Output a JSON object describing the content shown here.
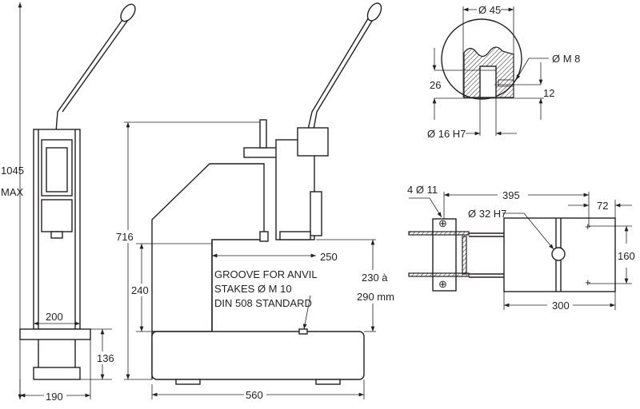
{
  "side_view": {
    "height": "1045",
    "height_note": "MAX",
    "column_width": "200",
    "base_height": "136",
    "base_width": "190"
  },
  "front_view": {
    "total_height": "716",
    "throat_height": "240",
    "throat_depth": "250",
    "stroke_range_1": "230 à",
    "stroke_range_2": "290 mm",
    "base_length": "560",
    "groove_note": [
      "GROOVE FOR ANVIL",
      "STAKES Ø M 10",
      "DIN 508 STANDARD"
    ]
  },
  "knob_detail": {
    "diameter": "Ø 45",
    "thread": "Ø M 8",
    "depth": "26",
    "thread_depth": "12",
    "bore": "Ø 16 H7"
  },
  "plan_view": {
    "holes": "4 Ø 11",
    "hole_distance": "395",
    "edge_offset": "72",
    "bore": "Ø 32 H7",
    "hole_spacing": "160",
    "plate_width": "300"
  },
  "colors": {
    "ink": "#231f20",
    "background": "#ffffff"
  }
}
